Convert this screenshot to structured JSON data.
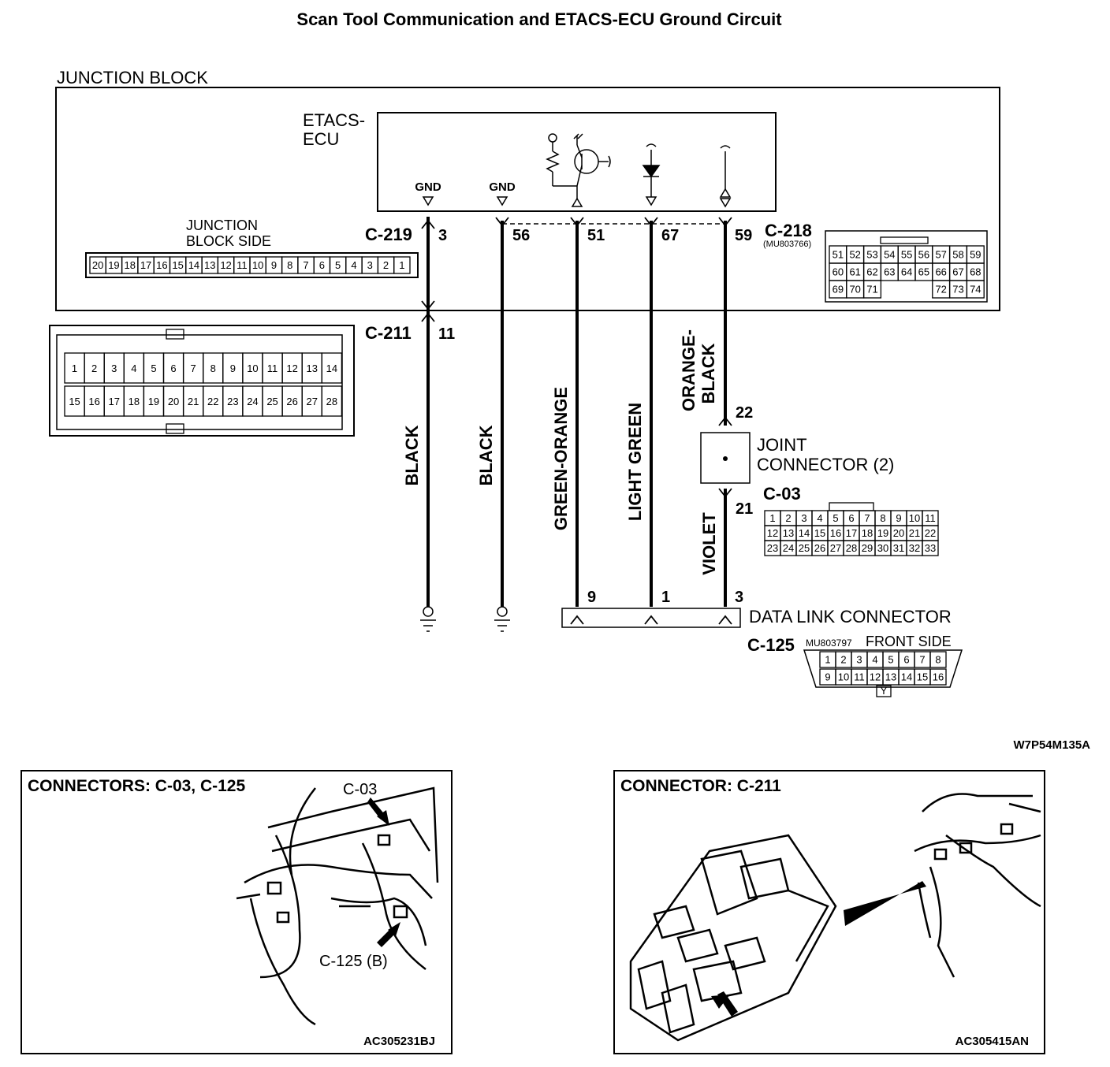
{
  "title": "Scan Tool Communication and ETACS-ECU Ground Circuit",
  "diagram_code": "W7P54M135A",
  "junction_block": {
    "label": "JUNCTION BLOCK",
    "side_label_1": "JUNCTION",
    "side_label_2": "BLOCK SIDE",
    "side_pins": [
      "20",
      "19",
      "18",
      "17",
      "16",
      "15",
      "14",
      "13",
      "12",
      "11",
      "10",
      "9",
      "8",
      "7",
      "6",
      "5",
      "4",
      "3",
      "2",
      "1"
    ]
  },
  "ecu": {
    "label_1": "ETACS-",
    "label_2": "ECU",
    "gnd_1": "GND",
    "gnd_2": "GND"
  },
  "c219": {
    "name": "C-219",
    "pin": "3"
  },
  "c218": {
    "name": "C-218",
    "part": "(MU803766)",
    "pins": [
      "56",
      "51",
      "67",
      "59"
    ],
    "grid": [
      [
        "51",
        "52",
        "53",
        "54",
        "55",
        "56",
        "57",
        "58",
        "59"
      ],
      [
        "60",
        "61",
        "62",
        "63",
        "64",
        "65",
        "66",
        "67",
        "68"
      ],
      [
        "69",
        "70",
        "71",
        "",
        "",
        "",
        "72",
        "73",
        "74"
      ]
    ]
  },
  "c211": {
    "name": "C-211",
    "pin": "11",
    "row1": [
      "1",
      "2",
      "3",
      "4",
      "5",
      "6",
      "7",
      "8",
      "9",
      "10",
      "11",
      "12",
      "13",
      "14"
    ],
    "row2": [
      "15",
      "16",
      "17",
      "18",
      "19",
      "20",
      "21",
      "22",
      "23",
      "24",
      "25",
      "26",
      "27",
      "28"
    ]
  },
  "wires": {
    "black": "BLACK",
    "green_orange": "GREEN-ORANGE",
    "light_green": "LIGHT GREEN",
    "orange_black_1": "ORANGE-",
    "orange_black_2": "BLACK",
    "violet": "VIOLET"
  },
  "joint_connector": {
    "label_1": "JOINT",
    "label_2": "CONNECTOR (2)",
    "pin_top": "22",
    "pin_bottom": "21"
  },
  "c03": {
    "name": "C-03",
    "rows": [
      [
        "1",
        "2",
        "3",
        "4",
        "5",
        "6",
        "7",
        "8",
        "9",
        "10",
        "11"
      ],
      [
        "12",
        "13",
        "14",
        "15",
        "16",
        "17",
        "18",
        "19",
        "20",
        "21",
        "22"
      ],
      [
        "23",
        "24",
        "25",
        "26",
        "27",
        "28",
        "29",
        "30",
        "31",
        "32",
        "33"
      ]
    ]
  },
  "dlc": {
    "label": "DATA LINK CONNECTOR",
    "pins": [
      "9",
      "1",
      "3"
    ],
    "name": "C-125",
    "part": "MU803797",
    "side": "FRONT SIDE",
    "row1": [
      "1",
      "2",
      "3",
      "4",
      "5",
      "6",
      "7",
      "8"
    ],
    "row2": [
      "9",
      "10",
      "11",
      "12",
      "13",
      "14",
      "15",
      "16"
    ],
    "key": "Y"
  },
  "panel_left": {
    "title": "CONNECTORS: C-03, C-125",
    "callout_1": "C-03",
    "callout_2": "C-125 (B)",
    "code": "AC305231BJ"
  },
  "panel_right": {
    "title": "CONNECTOR: C-211",
    "code": "AC305415AN"
  }
}
